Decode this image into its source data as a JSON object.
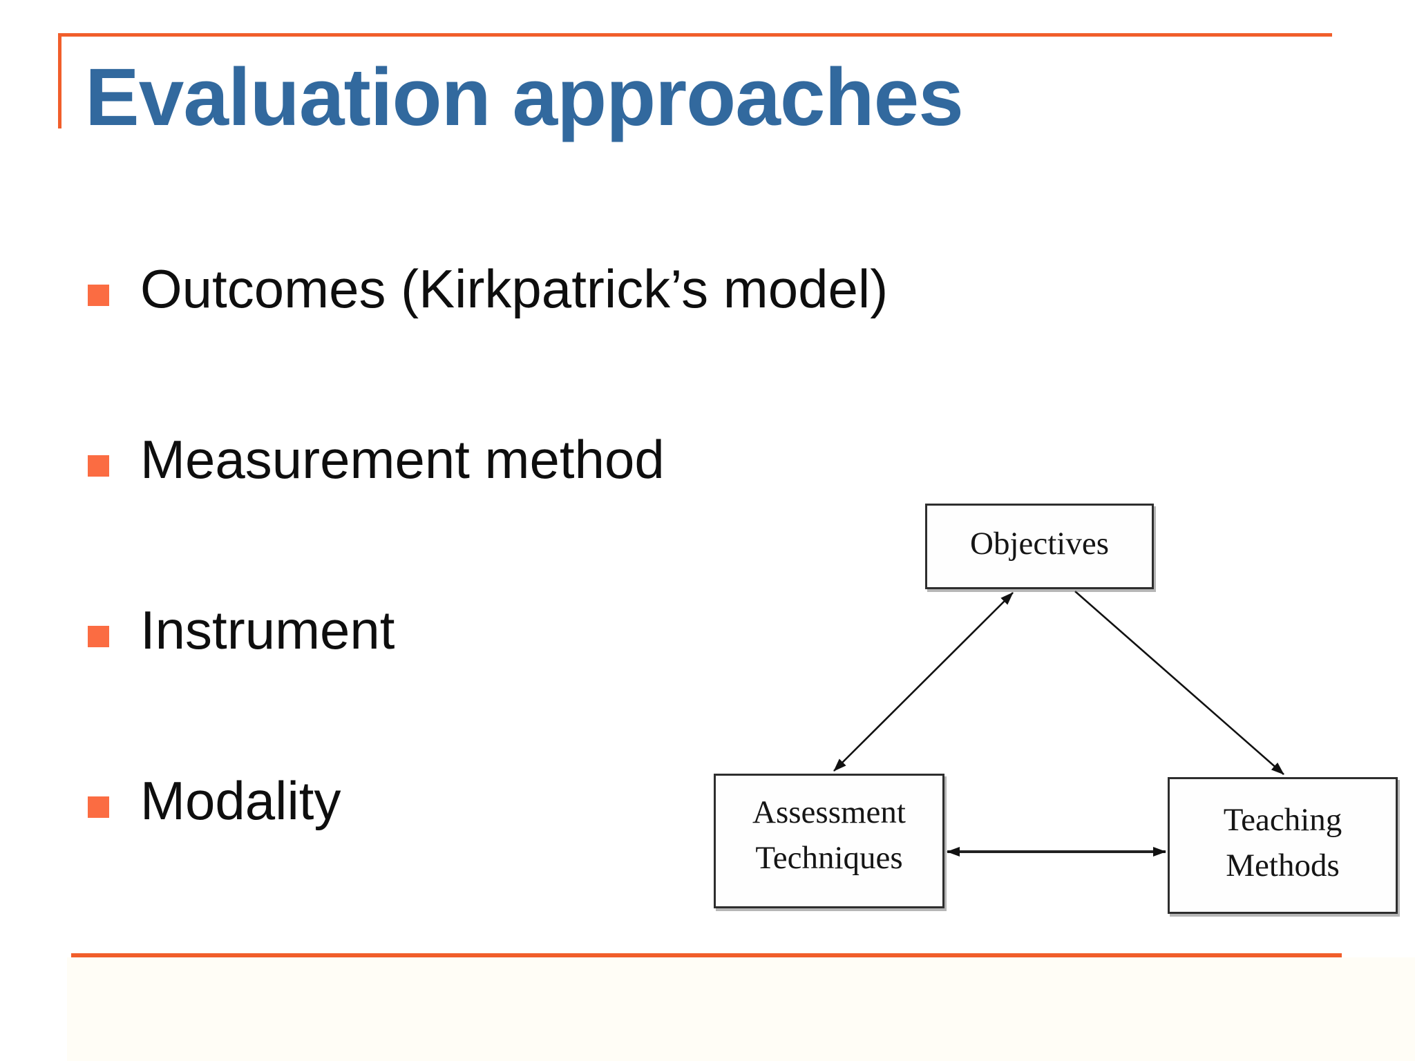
{
  "slide": {
    "title": "Evaluation approaches",
    "bullets": [
      {
        "text": "Outcomes (Kirkpatrick’s model)"
      },
      {
        "text": "Measurement method"
      },
      {
        "text": "Instrument"
      },
      {
        "text": "Modality"
      }
    ],
    "diagram": {
      "objectives": {
        "label": "Objectives"
      },
      "assessment": {
        "line1": "Assessment",
        "line2": "Techniques"
      },
      "teaching": {
        "line1": "Teaching",
        "line2": "Methods"
      }
    },
    "colors": {
      "title_blue": "#32699e",
      "accent_orange": "#f15e2b",
      "bullet_orange": "#fb6c42",
      "box_border": "#2e2e2e",
      "arrow_black": "#111111",
      "background": "#ffffff"
    }
  }
}
